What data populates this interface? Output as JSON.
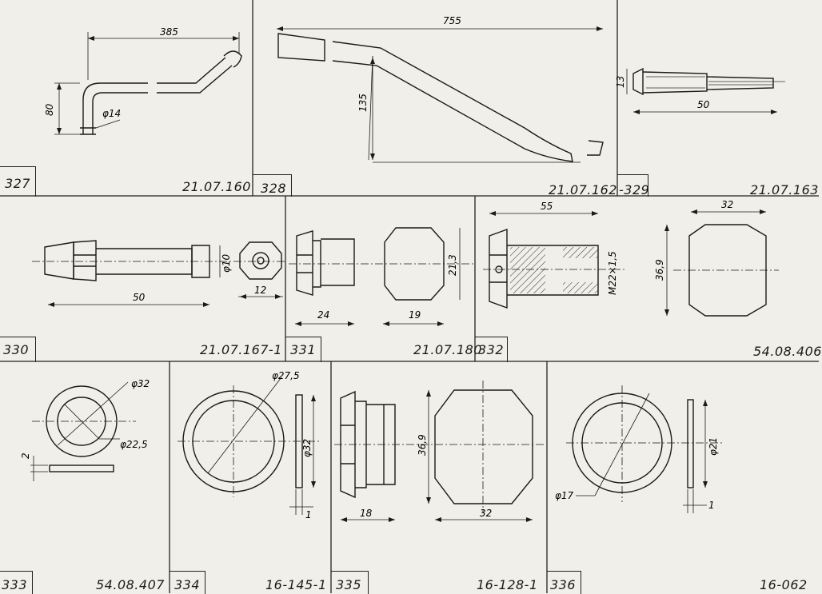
{
  "colors": {
    "paper": "#f1efea",
    "ink": "#1a1a1a",
    "hatch": "#333333"
  },
  "parts": [
    {
      "number": "327",
      "code": "21.07.160",
      "dims": [
        "385",
        "80",
        "φ14"
      ]
    },
    {
      "number": "328",
      "code": "21.07.162",
      "dims": [
        "755",
        "135"
      ]
    },
    {
      "number": "-329",
      "code": "21.07.163",
      "dims": [
        "13",
        "50"
      ]
    },
    {
      "number": "330",
      "code": "21.07.167-1",
      "dims": [
        "50",
        "φ10",
        "12"
      ]
    },
    {
      "number": "331",
      "code": "21.07.180",
      "dims": [
        "24",
        "19",
        "21,3"
      ]
    },
    {
      "number": "332",
      "code": "54.08.406",
      "dims": [
        "55",
        "M22×1,5",
        "32",
        "36,9"
      ]
    },
    {
      "number": "333",
      "code": "54.08.407",
      "dims": [
        "φ32",
        "φ22,5",
        "2"
      ]
    },
    {
      "number": "334",
      "code": "16-145-1",
      "dims": [
        "φ27,5",
        "φ32",
        "1"
      ]
    },
    {
      "number": "335",
      "code": "16-128-1",
      "dims": [
        "18",
        "36,9",
        "32"
      ]
    },
    {
      "number": "336",
      "code": "16-062",
      "dims": [
        "φ17",
        "φ21",
        "1"
      ]
    }
  ]
}
